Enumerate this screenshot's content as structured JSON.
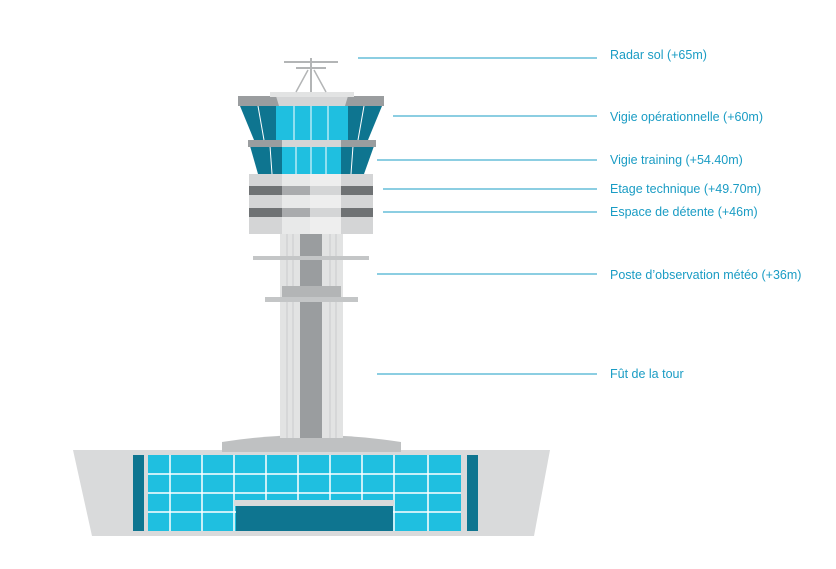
{
  "colors": {
    "label_text": "#1a9cc4",
    "leader_line": "#1a9cc4",
    "glass_light": "#1fbfe0",
    "glass_dark": "#0e7590",
    "concrete_light": "#e2e3e3",
    "concrete_mid": "#bfc1c2",
    "concrete_dark": "#8f9294",
    "concrete_darker": "#6f7274"
  },
  "labels": [
    {
      "id": "radar",
      "text": "Radar sol (+65m)"
    },
    {
      "id": "vigie-op",
      "text": "Vigie opérationnelle (+60m)"
    },
    {
      "id": "vigie-training",
      "text": "Vigie training (+54.40m)"
    },
    {
      "id": "etage-technique",
      "text": "Etage technique (+49.70m)"
    },
    {
      "id": "espace-detente",
      "text": "Espace de détente (+46m)"
    },
    {
      "id": "poste-meteo",
      "text": "Poste d’observation météo (+36m)"
    },
    {
      "id": "fut",
      "text": "Fût de la tour"
    }
  ]
}
